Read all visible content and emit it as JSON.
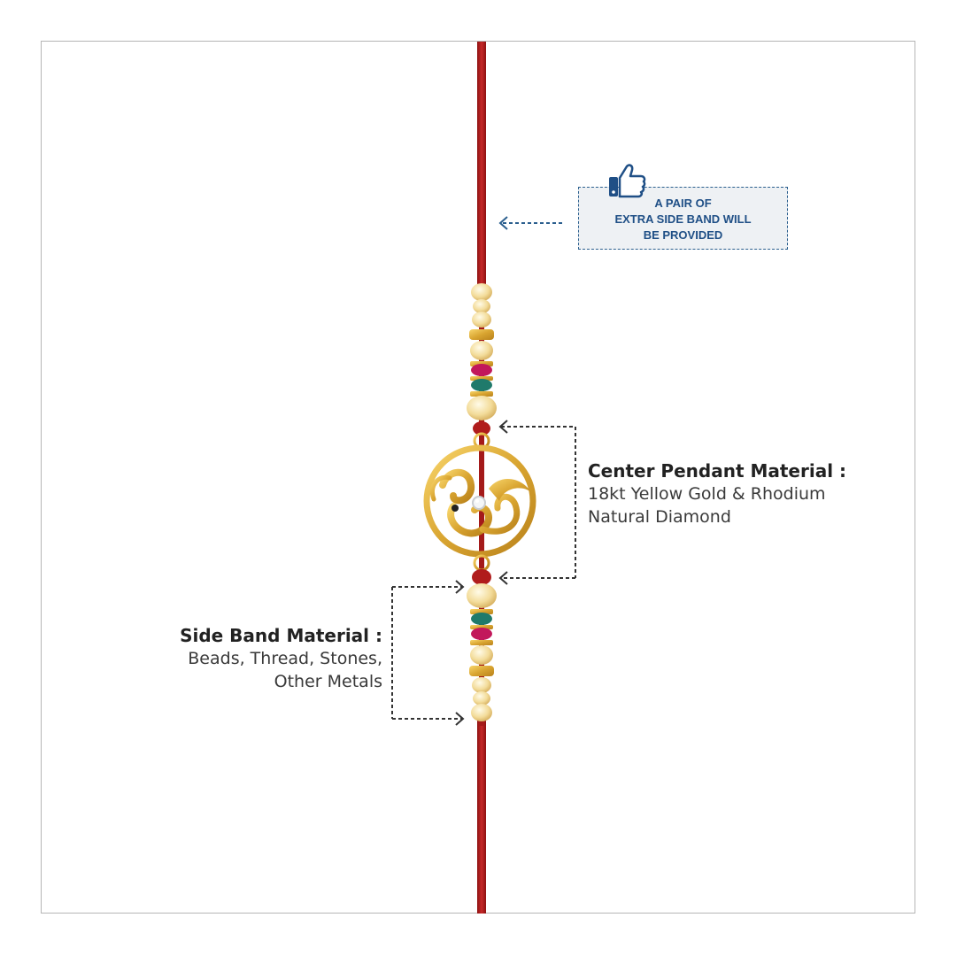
{
  "callout": {
    "lines": [
      "A PAIR OF",
      "EXTRA SIDE BAND WILL",
      "BE PROVIDED"
    ],
    "icon": "thumbs-up-icon",
    "color": "#1f4f86"
  },
  "pendant_label": {
    "title": "Center Pendant Material :",
    "lines": [
      "18kt Yellow Gold & Rhodium",
      "Natural Diamond"
    ]
  },
  "band_label": {
    "title": "Side Band Material :",
    "lines": [
      "Beads, Thread, Stones,",
      "Other Metals"
    ]
  },
  "colors": {
    "thread": "#b01c1c",
    "gold": "#e9c46a",
    "bead": "#f5e2a8",
    "ruby": "#c2185b",
    "emerald": "#1f7a6b",
    "arrow": "#333333"
  }
}
